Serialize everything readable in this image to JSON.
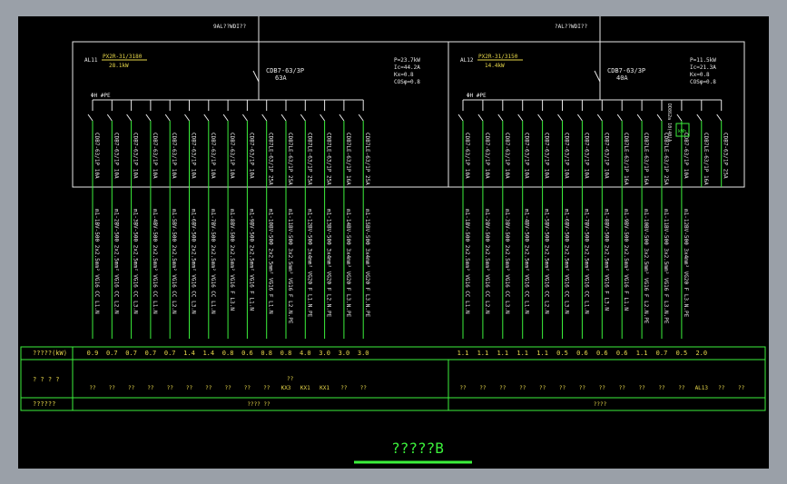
{
  "colors": {
    "background": "#000000",
    "frame": "#9aa0a8",
    "line": "#3bf03b",
    "white": "#e8e8e8",
    "yellow": "#e8d84a"
  },
  "panel_left": {
    "incoming": "9AL??WDI??",
    "id": "AL11",
    "meter": "PX2R-31/3180",
    "meter_kw": "28.1kW",
    "main_breaker": "CDB7-63/3P",
    "main_breaker_rating": "63A",
    "params": [
      "P=23.7kW",
      "Ic=44.2A",
      "Kx=0.8",
      "COSφ=0.8"
    ],
    "bus": "ΦH #PE",
    "breakers": [
      "CDB7-63/1P 10A",
      "CDB7-63/1P 10A",
      "CDB7-63/1P 10A",
      "CDB7-63/1P 10A",
      "CDB7-63/1P 10A",
      "CDB7-63/1P 10A",
      "CDB7-63/1P 10A",
      "CDB7-63/1P 10A",
      "CDB7-63/1P 10A",
      "CDB7LE-63/1P 25A",
      "CDB7LE-63/1P 25A",
      "CDB7LE-63/1P 25A",
      "CDB7LE-63/1P 25A",
      "CDB7LE-63/1P 16A",
      "CDB7LE-63/1P 25A"
    ],
    "cables": [
      "m1-1BV-500 2x2.5mm² VG16 CC L1.N",
      "m1-2BV-500 2x2.5mm² VG16 CC L2.N",
      "m1-3BV-500 2x2.5mm² VG16 CC L3.N",
      "m1-4BV-500 2x2.5mm² VG16 CC L1.N",
      "m1-5BV-500 2x2.5mm² VG16 CC L2.N",
      "m1-6BV-500 2x2.5mm² VG16 CC L3.N",
      "m1-7BV-500 2x2.5mm² VG16 CC L1.N",
      "m1-8BV-500 2x2.5mm² VG16 F L3.N",
      "m1-9BV-500 2x2.5mm² VG16 F L1.N",
      "m1-10BV-500 2x2.5mm² VG16 F L1.N",
      "m1-11BV-500 3x2.5mm² VG16 F L2.N.PE",
      "m1-12BV-500 3x4mm² VG20 F L1.N.PE",
      "m1-13BV-500 3x4mm² VG20 F L2.N.PE",
      "m1-14BV-500 3x4mm² VG20 F L3.N.PE",
      "m1-15BV-500 3x4mm² VG20 F L3.N.PE"
    ],
    "power": [
      "0.9",
      "0.7",
      "0.7",
      "0.7",
      "0.7",
      "1.4",
      "1.4",
      "0.8",
      "0.6",
      "0.8",
      "0.8",
      "4.0",
      "3.0",
      "3.0",
      "3.0"
    ],
    "use": [
      "??",
      "??",
      "??",
      "??",
      "??",
      "??",
      "??",
      "??",
      "??",
      "??",
      "KX3",
      "KX1",
      "KX1",
      "??",
      "??"
    ],
    "use_extra": "??",
    "room": "???? ??"
  },
  "panel_right": {
    "incoming": "?AL??WDI??",
    "id": "AL12",
    "meter": "PX2R-31/3150",
    "meter_kw": "14.4kW",
    "main_breaker": "CDB7-63/3P",
    "main_breaker_rating": "40A",
    "params": [
      "P=11.5kW",
      "Ic=21.3A",
      "Kx=0.8",
      "COSφ=0.8"
    ],
    "bus": "ΦH #PE",
    "breakers": [
      "CDB7-63/1P 10A",
      "CDB7-63/1P 10A",
      "CDB7-63/1P 10A",
      "CDB7-63/1P 10A",
      "CDB7-63/1P 10A",
      "CDB7-63/1P 10A",
      "CDB7-63/1P 10A",
      "CDB7-63/1P 10A",
      "CDB7LE-63/1P 16A",
      "CDB7LE-63/1P 16A",
      "CDB7LE-63/1P 25A",
      "CDB7-63/1P 10A",
      "CDB7LE-63/1P 16A",
      "CDB7-63/1P 25A"
    ],
    "spd": "DD862a 10(40)A",
    "spd_box": "kWh",
    "cables": [
      "m1-1BV-500 2x2.5mm² VG16 CC L1.N",
      "m1-2BV-500 2x2.5mm² VG16 CC L2.N",
      "m1-3BV-500 2x2.5mm² VG16 CC L3.N",
      "m1-4BV-500 2x2.5mm² VG16 CC L1.N",
      "m1-5BV-500 2x2.5mm² VG16 CC L2.N",
      "m1-6BV-500 2x2.5mm² VG16 CC L3.N",
      "m1-7BV-500 2x2.5mm² VG16 CC L1.N",
      "m1-8BV-500 2x2.5mm² VG16 F L3.N",
      "m1-9BV-500 2x2.5mm² VG16 F L1.N",
      "m1-10BV-500 3x2.5mm² VG16 F L2.N.PE",
      "m1-11BV-500 3x2.5mm² VG16 F L3.N.PE",
      "m1-12BV-500 3x4mm² VG20 F L3.N.PE"
    ],
    "power": [
      "1.1",
      "1.1",
      "1.1",
      "1.1",
      "1.1",
      "0.5",
      "0.6",
      "0.6",
      "0.6",
      "1.1",
      "0.7",
      "0.5",
      "2.0"
    ],
    "use": [
      "??",
      "??",
      "??",
      "??",
      "??",
      "??",
      "??",
      "??",
      "??",
      "??",
      "??",
      "??",
      "AL13",
      "??",
      "??"
    ],
    "room": "????"
  },
  "table": {
    "row1_label": "?????(kW)",
    "row2_label": "? ? ? ?",
    "row3_label": "??????"
  },
  "title": "?????B"
}
